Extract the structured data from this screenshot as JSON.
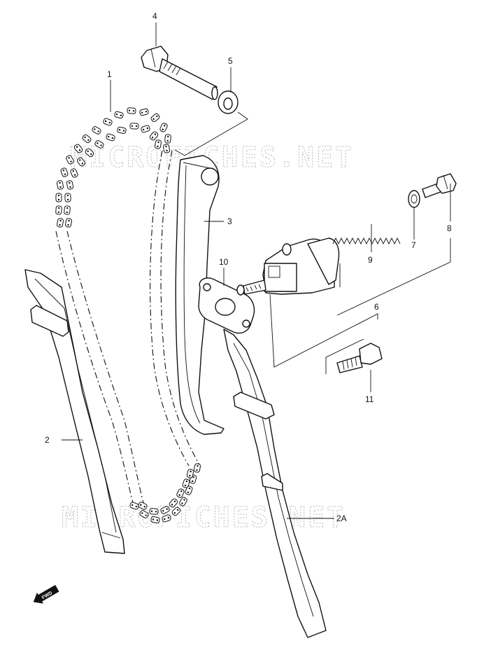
{
  "diagram": {
    "callouts": {
      "p1": "1",
      "p2": "2",
      "p2a": "2A",
      "p3": "3",
      "p4": "4",
      "p5": "5",
      "p6": "6",
      "p7": "7",
      "p8": "8",
      "p9": "9",
      "p10": "10",
      "p11": "11"
    },
    "fwd_label": "FWD",
    "watermark_text": "MICROFICHES.NET"
  }
}
